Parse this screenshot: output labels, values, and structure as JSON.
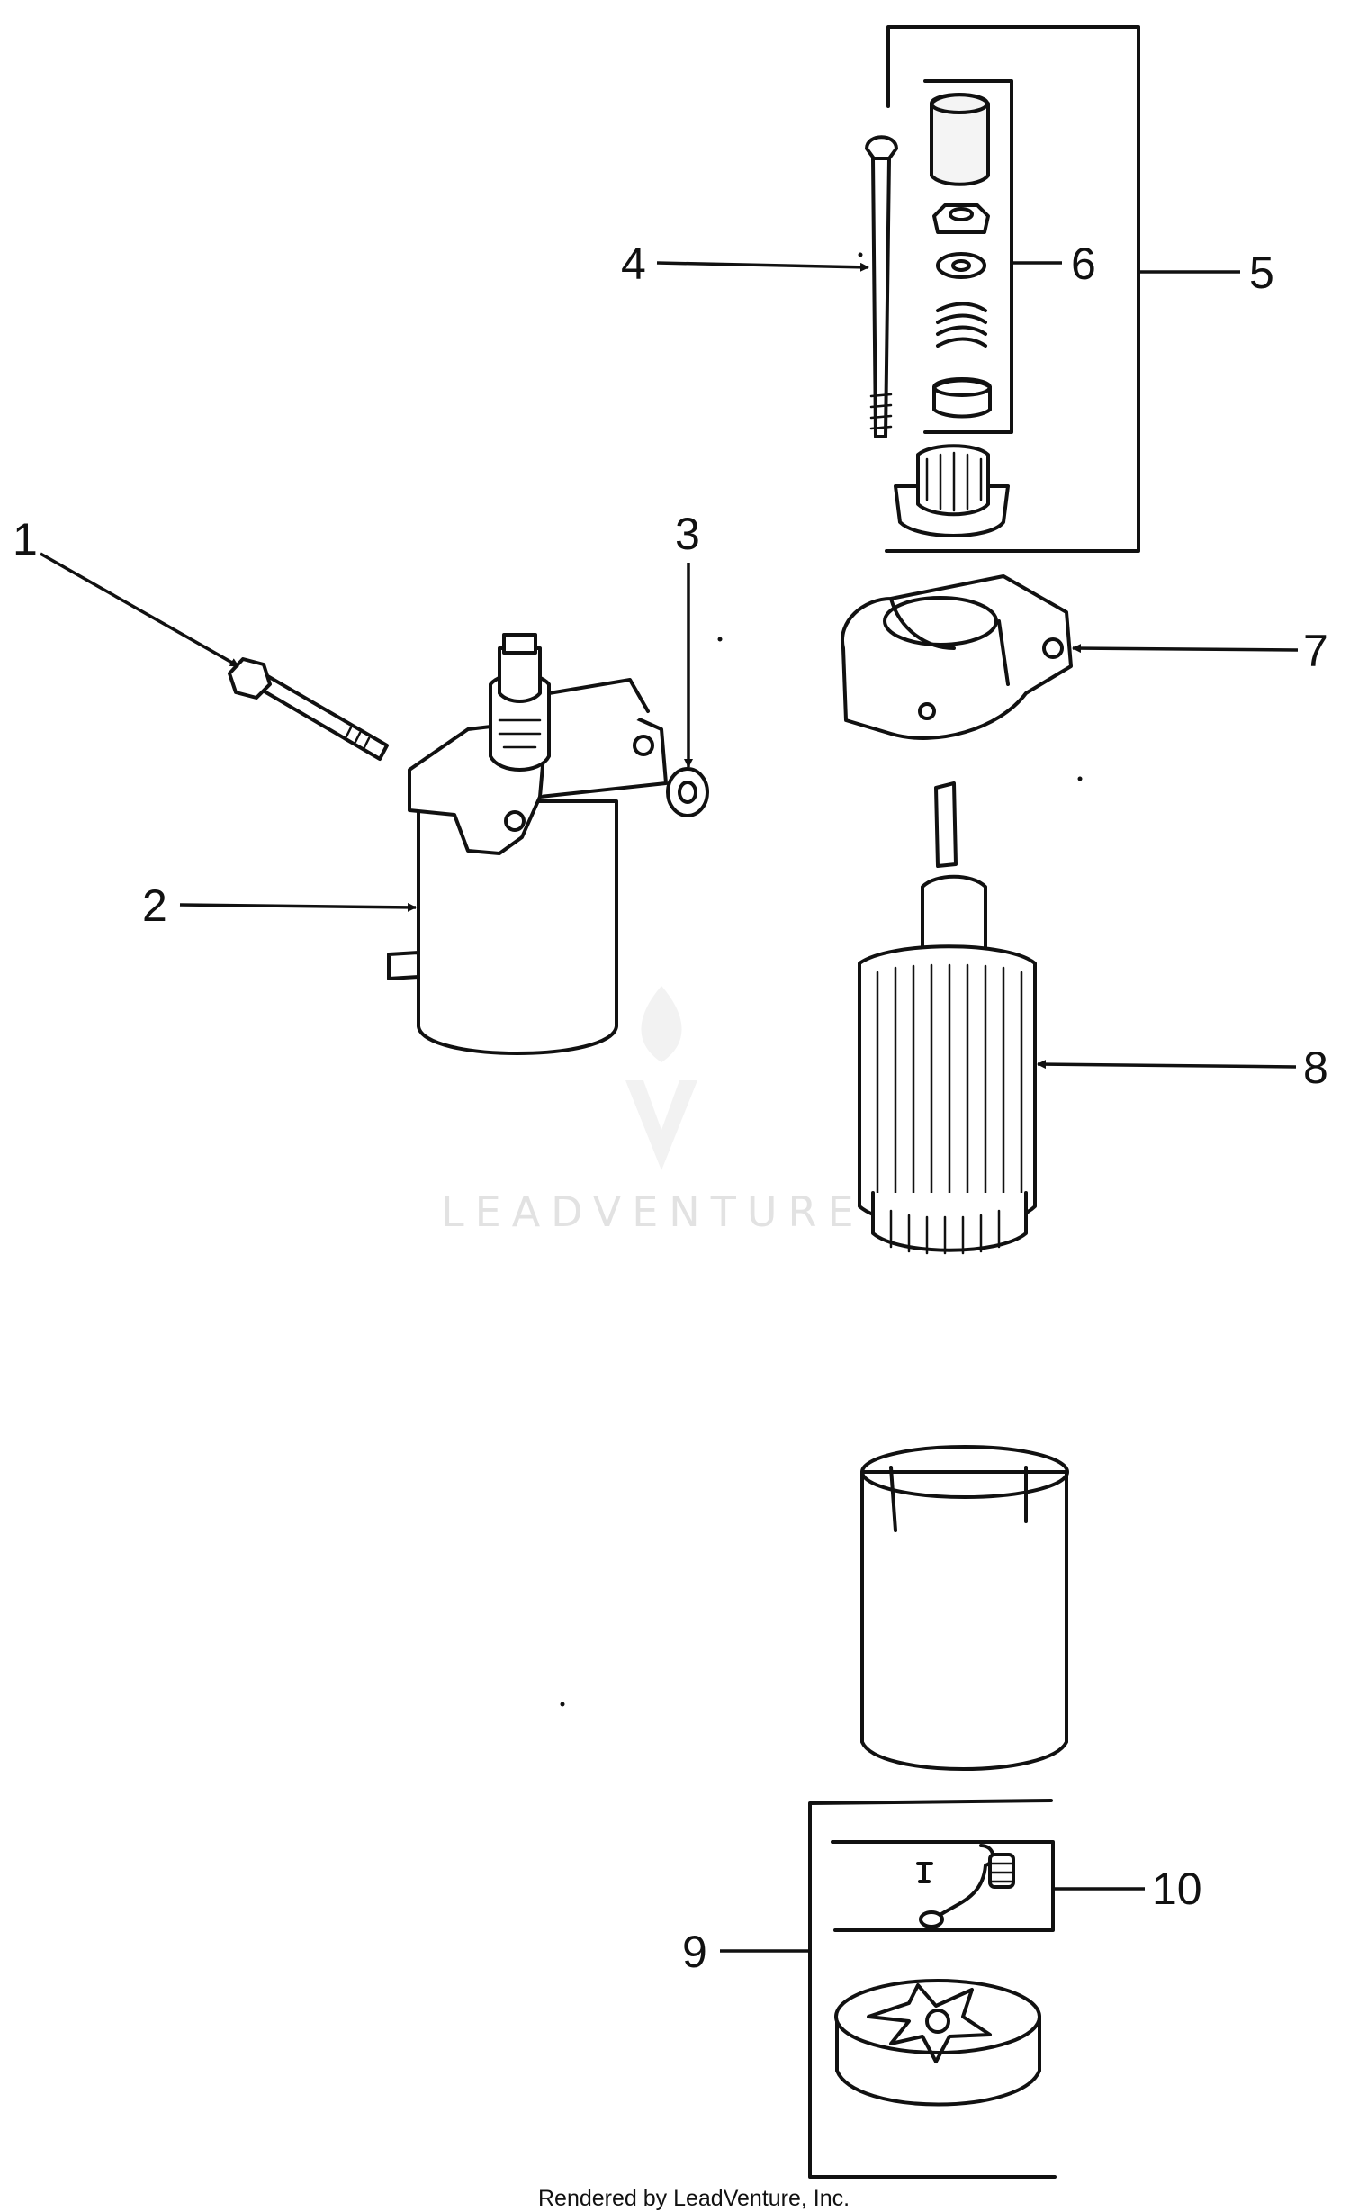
{
  "callouts": {
    "c1": "1",
    "c2": "2",
    "c3": "3",
    "c4": "4",
    "c5": "5",
    "c6": "6",
    "c7": "7",
    "c8": "8",
    "c9": "9",
    "c10": "10"
  },
  "watermark": {
    "text": "LEADVENTURE"
  },
  "footer": {
    "text": "Rendered by LeadVenture, Inc."
  },
  "colors": {
    "ink": "#111111",
    "paper": "#ffffff",
    "watermark": "#e2e2e2"
  }
}
